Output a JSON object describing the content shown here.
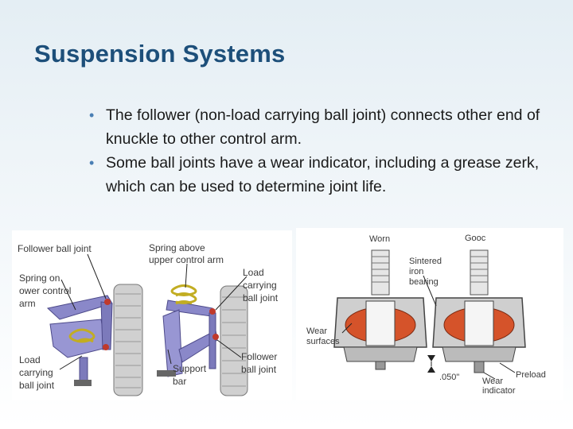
{
  "slide": {
    "title": "Suspension Systems",
    "bullets": [
      "The follower (non-load carrying ball joint) connects other end of knuckle to other control arm.",
      "Some ball joints have a wear indicator, including a grease zerk, which can be used to determine joint life."
    ]
  },
  "left_figure": {
    "labels": {
      "follower_top": "Follower ball joint",
      "spring_above_1": "Spring above",
      "spring_above_2": "upper control arm",
      "load_right_1": "Load",
      "load_right_2": "carrying",
      "load_right_3": "ball joint",
      "spring_on_1": "Spring on",
      "spring_on_2": "ower control",
      "spring_on_3": "arm",
      "load_left_1": "Load",
      "load_left_2": "carrying",
      "load_left_3": "ball joint",
      "support_1": "Support",
      "support_2": "bar",
      "follower_bottom_1": "Follower",
      "follower_bottom_2": "ball joint"
    },
    "colors": {
      "arm": "#8a88c9",
      "spring": "#d6c23a",
      "tire": "#c9c9c9"
    }
  },
  "right_figure": {
    "labels": {
      "worn": "Worn",
      "good": "Gooc",
      "sintered_1": "Sintered",
      "sintered_2": "iron",
      "sintered_3": "bearing",
      "wear_surfaces_1": "Wear",
      "wear_surfaces_2": "surfaces",
      "preload": "Preload",
      "measurement": ".050\"",
      "wear_indicator_1": "Wear",
      "wear_indicator_2": "indicator"
    },
    "colors": {
      "bearing": "#d5532a",
      "metal": "#a9a9a9"
    }
  }
}
